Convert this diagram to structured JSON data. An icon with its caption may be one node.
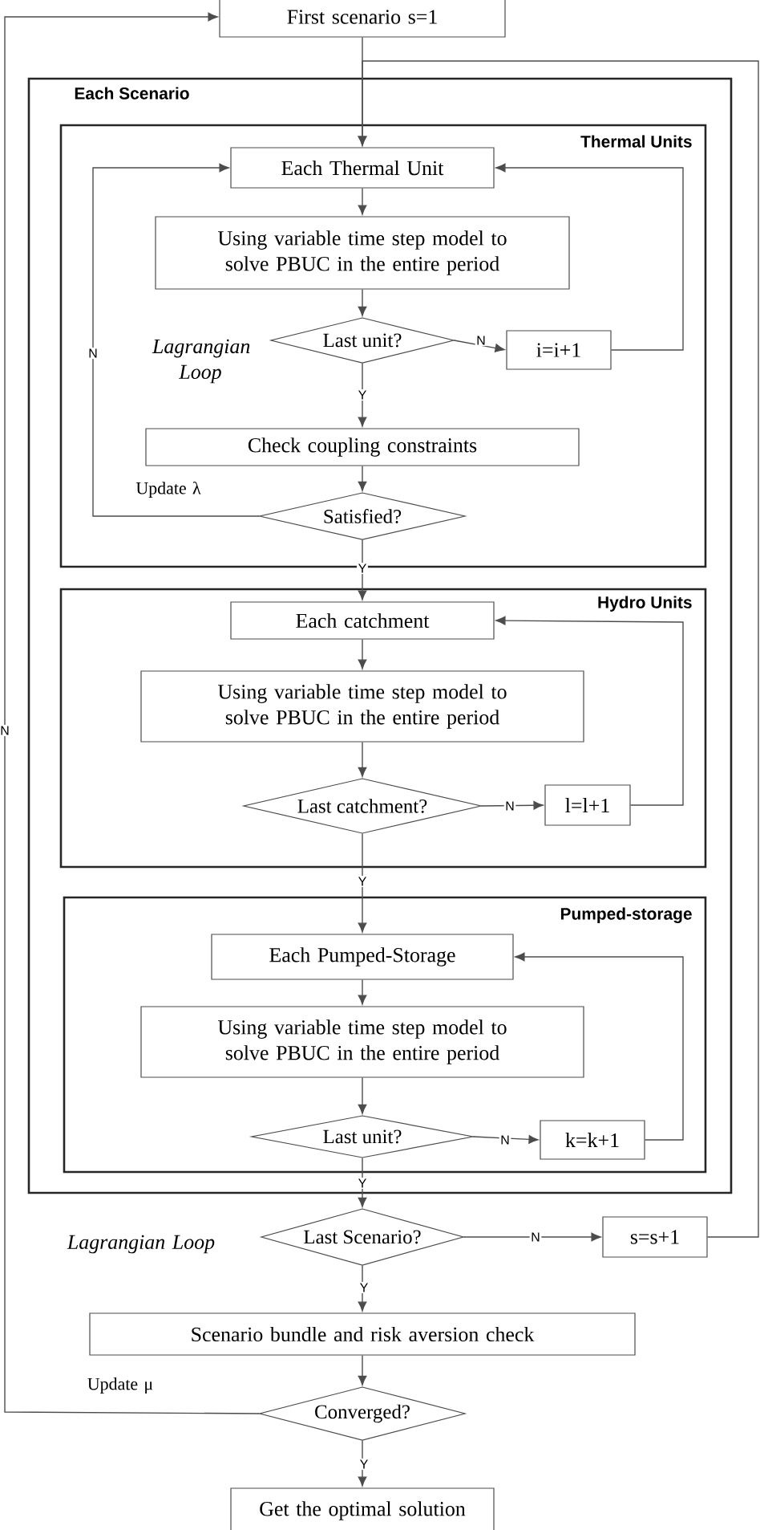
{
  "diagram": {
    "nodes": [
      {
        "text": [
          "Each Scenario"
        ]
      },
      {
        "text": [
          "Thermal Units"
        ],
        "in": 0
      },
      {
        "text": [
          "Each Thermal Unit"
        ],
        "in": 1
      },
      {
        "text": [
          "Using variable time step model to solve PBUC in the entire period"
        ],
        "in": 1
      },
      {
        "text": [
          "Last unit?"
        ],
        "in": 1
      },
      {
        "text": [
          "i=i+1"
        ],
        "in": 1
      },
      {
        "text": [
          "Check coupling constraints"
        ],
        "in": 1
      },
      {
        "text": [
          "Satisfied?"
        ],
        "in": 1
      },
      {
        "text": [
          "Hydro Units"
        ],
        "in": 0
      },
      {
        "text": [
          "Each catchment"
        ],
        "in": 8
      },
      {
        "text": [
          "Using variable time step model to solve PBUC in the entire period"
        ],
        "in": 8
      },
      {
        "text": [
          "Last catchment?"
        ],
        "in": 8
      },
      {
        "text": [
          "l=l+1"
        ],
        "in": 8
      },
      {
        "text": [
          "Pumped-storage"
        ],
        "in": 0
      },
      {
        "text": [
          "Each Pumped-Storage"
        ],
        "in": 13
      },
      {
        "text": [
          "Using variable time step model to solve PBUC in the entire period"
        ],
        "in": 13
      },
      {
        "text": [
          "Last unit?"
        ],
        "in": 13
      },
      {
        "text": [
          "k=k+1"
        ],
        "in": 13
      },
      {
        "text": [
          "First scenario s=1"
        ]
      },
      {
        "text": [
          "Last Scenario?"
        ]
      },
      {
        "text": [
          "s=s+1"
        ]
      },
      {
        "text": [
          "Scenario bundle and risk aversion check"
        ]
      },
      {
        "text": [
          "Converged?"
        ]
      },
      {
        "text": [
          "Get the optimal solution"
        ]
      }
    ],
    "edges": [
      {
        "from": 18,
        "to": 2,
        "arrow": "to"
      },
      {
        "from": 2,
        "to": 3,
        "arrow": "to"
      },
      {
        "from": 3,
        "to": 4,
        "arrow": "to"
      },
      {
        "from": 4,
        "to": 6,
        "arrow": "to",
        "label": "Y"
      },
      {
        "from": 4,
        "to": 5,
        "arrow": "to",
        "label": "N"
      },
      {
        "from": 5,
        "to": 2,
        "arrow": "to"
      },
      {
        "from": 6,
        "to": 7,
        "arrow": "to"
      },
      {
        "from": 7,
        "to": 2,
        "arrow": "to",
        "label": "N"
      },
      {
        "from": 7,
        "to": 9,
        "arrow": "to",
        "label": "Y"
      },
      {
        "from": 9,
        "to": 10,
        "arrow": "to"
      },
      {
        "from": 10,
        "to": 11,
        "arrow": "to"
      },
      {
        "from": 11,
        "to": 12,
        "arrow": "to",
        "label": "N"
      },
      {
        "from": 12,
        "to": 9,
        "arrow": "to"
      },
      {
        "from": 11,
        "to": 14,
        "arrow": "to",
        "label": "Y"
      },
      {
        "from": 14,
        "to": 15,
        "arrow": "to"
      },
      {
        "from": 15,
        "to": 16,
        "arrow": "to"
      },
      {
        "from": 16,
        "to": 17,
        "arrow": "to",
        "label": "N"
      },
      {
        "from": 17,
        "to": 14,
        "arrow": "to"
      },
      {
        "from": 16,
        "to": 19,
        "arrow": "to",
        "label": "Y"
      },
      {
        "from": 19,
        "to": 20,
        "arrow": "to",
        "label": "N"
      },
      {
        "from": 20,
        "to": 2,
        "arrow": "to"
      },
      {
        "from": 19,
        "to": 21,
        "arrow": "to",
        "label": "Y"
      },
      {
        "from": 21,
        "to": 22,
        "arrow": "to"
      },
      {
        "from": 22,
        "to": 18,
        "arrow": "to",
        "label": "N"
      },
      {
        "from": 22,
        "to": 23,
        "arrow": "to",
        "label": "Y"
      }
    ],
    "labels": [
      "Lagrangian Loop",
      "Update λ",
      "Lagrangian Loop",
      "Update μ"
    ]
  }
}
